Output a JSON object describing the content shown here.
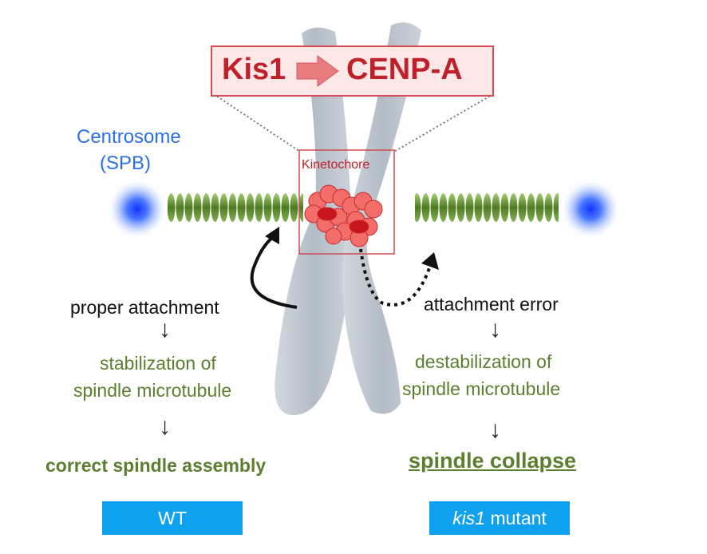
{
  "header": {
    "left": "Kis1",
    "right": "CENP-A"
  },
  "labels": {
    "centrosome_line1": "Centrosome",
    "centrosome_line2": "(SPB)",
    "kinetochore": "Kinetochore"
  },
  "left_pathway": {
    "step1": "proper attachment",
    "arrow1": "↓",
    "step2_line1": "stabilization of",
    "step2_line2": "spindle microtubule",
    "arrow2": "↓",
    "outcome": "correct spindle assembly",
    "tag": "WT"
  },
  "right_pathway": {
    "step1": "attachment error",
    "arrow1": "↓",
    "step2_line1": "destabilization of",
    "step2_line2": "spindle microtubule",
    "arrow2": "↓",
    "outcome": "spindle collapse",
    "tag_italic": "kis1",
    "tag_rest": " mutant"
  },
  "colors": {
    "green_text": "#5b7f2e",
    "blue_text": "#2b6fe6",
    "kinetochore_red": "#c0202a",
    "tag_blue": "#0fa0ef"
  }
}
